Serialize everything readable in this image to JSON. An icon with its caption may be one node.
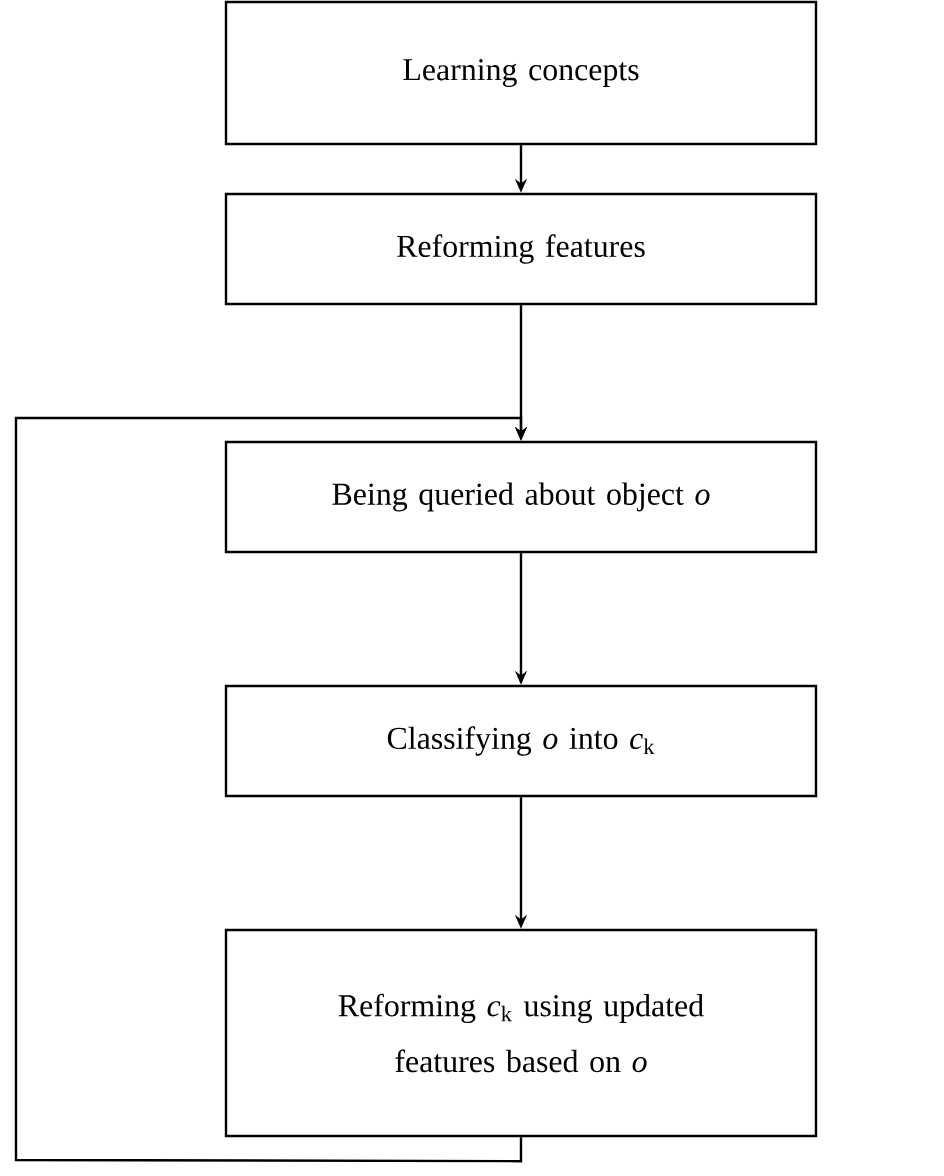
{
  "diagram": {
    "nodes": [
      {
        "text": [
          "Learning concepts"
        ]
      },
      {
        "text": [
          "Reforming features"
        ]
      },
      {
        "text": [
          "Being queried about object *o*"
        ]
      },
      {
        "text": [
          "Classifying *o* into *c*$_{k}$"
        ]
      },
      {
        "text": [
          "Reforming *c*$_{k}$ using updated features based on *o*"
        ]
      }
    ],
    "edges": [
      {
        "from": 0,
        "to": 1,
        "arrow": "to"
      },
      {
        "from": 1,
        "to": 2,
        "arrow": "to"
      },
      {
        "from": 2,
        "to": 3,
        "arrow": "to"
      },
      {
        "from": 3,
        "to": 4,
        "arrow": "to"
      },
      {
        "from": 4,
        "to": 2,
        "arrow": "to"
      }
    ]
  }
}
